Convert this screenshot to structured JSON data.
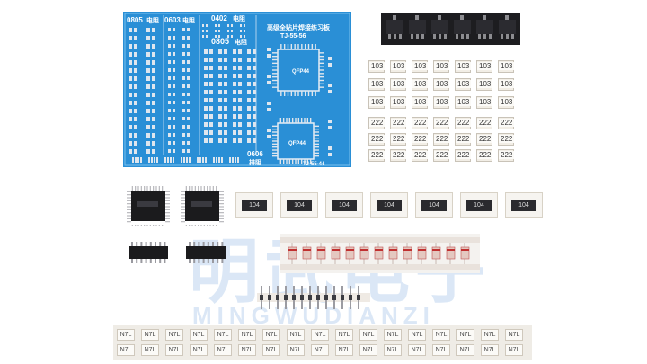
{
  "pcb": {
    "label_0805_top": "0805",
    "label_resistor_1": "电阻",
    "label_0603": "0603",
    "label_resistor_2": "电阻",
    "label_0402": "0402",
    "label_resistor_3": "电阻",
    "label_0805_inner": "0805",
    "label_resistor_4": "电阻",
    "title_cn": "高级全贴片焊接练习板",
    "model": "TJ-55-56",
    "qfp_top_label": "QFP44",
    "qfp_bottom_label": "QFP44",
    "label_0606": "0606",
    "label_bottom_cn": "排阻",
    "model_bottom": "TJ-55-44"
  },
  "smd_codes": {
    "resistor_103": "103",
    "resistor_222": "222",
    "array_104": "104",
    "resistor_bottom": "N7L"
  },
  "watermark": {
    "cn": "明武电子",
    "en": "MINGWUDIANZI"
  },
  "colors": {
    "pcb_blue": "#2a8fd6",
    "pad_silver": "#dfe6ee",
    "chip_black": "#1b1b1d",
    "resistor_body": "#f2eee6"
  }
}
